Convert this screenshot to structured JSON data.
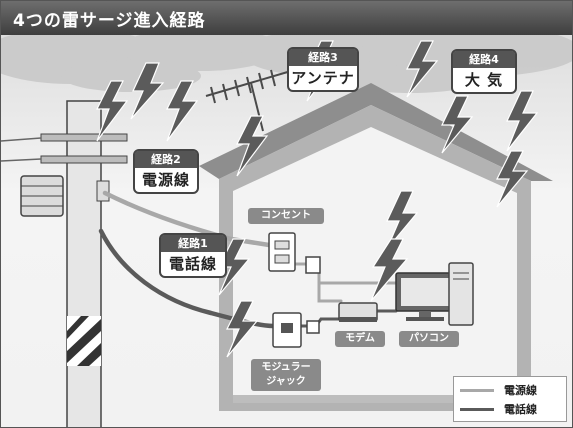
{
  "title": "4つの雷サージ進入経路",
  "routes": [
    {
      "head": "経路1",
      "body": "電話線"
    },
    {
      "head": "経路2",
      "body": "電源線"
    },
    {
      "head": "経路3",
      "body": "アンテナ"
    },
    {
      "head": "経路4",
      "body": "大 気"
    }
  ],
  "labels": {
    "outlet": "コンセント",
    "modular_jack_line1": "モジュラー",
    "modular_jack_line2": "ジャック",
    "modem": "モデム",
    "pc": "パソコン"
  },
  "legend": [
    {
      "label": "電源線",
      "color": "#a8a8a8"
    },
    {
      "label": "電話線",
      "color": "#5a5a5a"
    }
  ],
  "colors": {
    "power_line": "#a8a8a8",
    "phone_line": "#5a5a5a",
    "lightning": "#5b5b5b",
    "title_bar": "#4a4a4a"
  }
}
